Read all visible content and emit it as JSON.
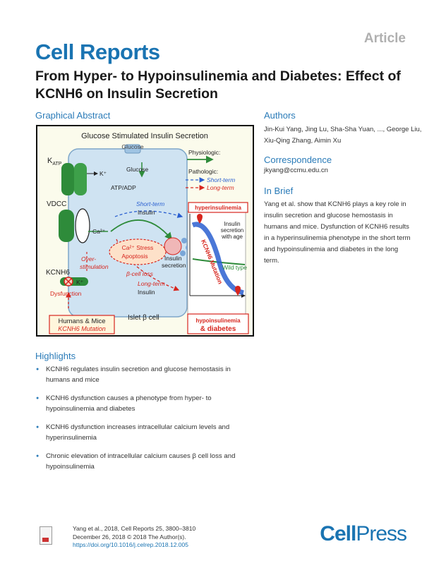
{
  "header": {
    "article_tag": "Article",
    "journal": "Cell Reports",
    "title": "From Hyper- to Hypoinsulinemia and Diabetes: Effect of KCNH6 on Insulin Secretion"
  },
  "graphical_abstract": {
    "heading": "Graphical Abstract",
    "figure": {
      "title": "Glucose Stimulated Insulin Secretion",
      "glucose_top": "Glucose",
      "k_atp": "K",
      "k_atp_sub": "ATP",
      "k_plus": "K⁺",
      "glucose_inner": "Glucose",
      "atp_adp": "ATP/ADP",
      "vdcc": "VDCC",
      "ca": "Ca²⁺",
      "kcnh6": "KCNH6",
      "k_plus_2": "K⁺",
      "dysfunction": "Dysfunction",
      "over": "Over-",
      "stimulation": "stimulation",
      "short_term": "Short-term",
      "insulin_up": "Insulin",
      "ca_stress": "Ca²⁺ Stress",
      "apoptosis": "Apoptosis",
      "beta_cell_loss": "β-cell loss",
      "long_term": "Long-term",
      "insulin_down": "Insulin",
      "insulin_secretion_1": "Insulin",
      "insulin_secretion_2": "secretion",
      "islet_cell": "Islet β cell",
      "humans_mice": "Humans & Mice",
      "kcnh6_mutation": "KCNH6 Mutation",
      "physiologic": "Physiologic:",
      "pathologic": "Pathologic:",
      "legend_short": "Short-term",
      "legend_long": "Long-term",
      "hyperinsulinemia": "hyperinsulinemia",
      "insulin_age_1": "Insulin",
      "insulin_age_2": "secretion",
      "insulin_age_3": "with age",
      "kcnh6_mutation_curve": "KCNH6 Mutation",
      "wild_type": "Wild type",
      "hypoinsulinemia": "hypoinsulinemia",
      "and_diabetes": "& diabetes"
    },
    "colors": {
      "accent_blue": "#1a74b2",
      "red": "#d7261e",
      "green": "#2e8b3a",
      "pathologic_blue": "#2a5fd0"
    }
  },
  "authors": {
    "heading": "Authors",
    "text": "Jin-Kui Yang, Jing Lu, Sha-Sha Yuan, ..., George Liu, Xiu-Qing Zhang, Aimin Xu"
  },
  "correspondence": {
    "heading": "Correspondence",
    "email": "jkyang@ccmu.edu.cn"
  },
  "in_brief": {
    "heading": "In Brief",
    "text": "Yang et al. show that KCNH6 plays a key role in insulin secretion and glucose hemostasis in humans and mice. Dysfunction of KCNH6 results in a hyperinsulinemia phenotype in the short term and hypoinsulinemia and diabetes in the long term."
  },
  "highlights": {
    "heading": "Highlights",
    "items": [
      "KCNH6 regulates insulin secretion and glucose hemostasis in humans and mice",
      "KCNH6 dysfunction causes a phenotype from hyper- to hypoinsulinemia and diabetes",
      "KCNH6 dysfunction increases intracellular calcium levels and hyperinsulinemia",
      "Chronic elevation of intracellular calcium causes β cell loss and hypoinsulinemia"
    ]
  },
  "citation": {
    "line1": "Yang et al., 2018, Cell Reports 25, 3800–3810",
    "line2": "December 26, 2018 © 2018 The Author(s).",
    "doi": "https://doi.org/10.1016/j.celrep.2018.12.005"
  },
  "publisher": {
    "cell": "Cell",
    "press": "Press"
  }
}
